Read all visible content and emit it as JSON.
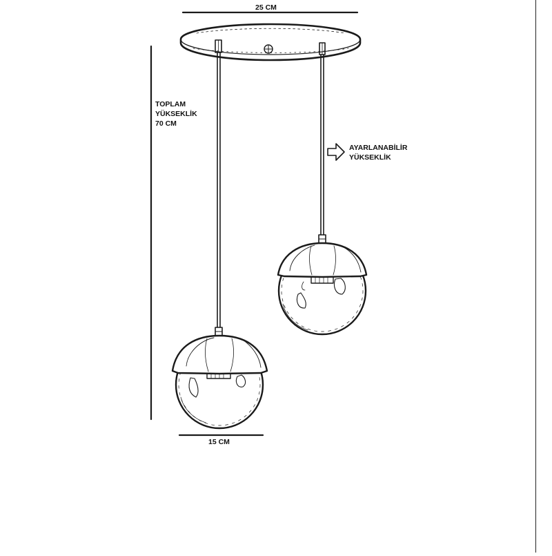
{
  "diagram": {
    "top_width_label": "25 CM",
    "total_height_label_line1": "TOPLAM",
    "total_height_label_line2": "YÜKSEKLİK",
    "total_height_label_line3": "70 CM",
    "adjustable_label_line1": "AYARLANABİLİR",
    "adjustable_label_line2": "YÜKSEKLİK",
    "globe_width_label": "15 CM"
  },
  "icons": {
    "arrow": "right-arrow-outline-icon"
  },
  "colors": {
    "line": "#1a1a1a",
    "background": "#ffffff"
  }
}
